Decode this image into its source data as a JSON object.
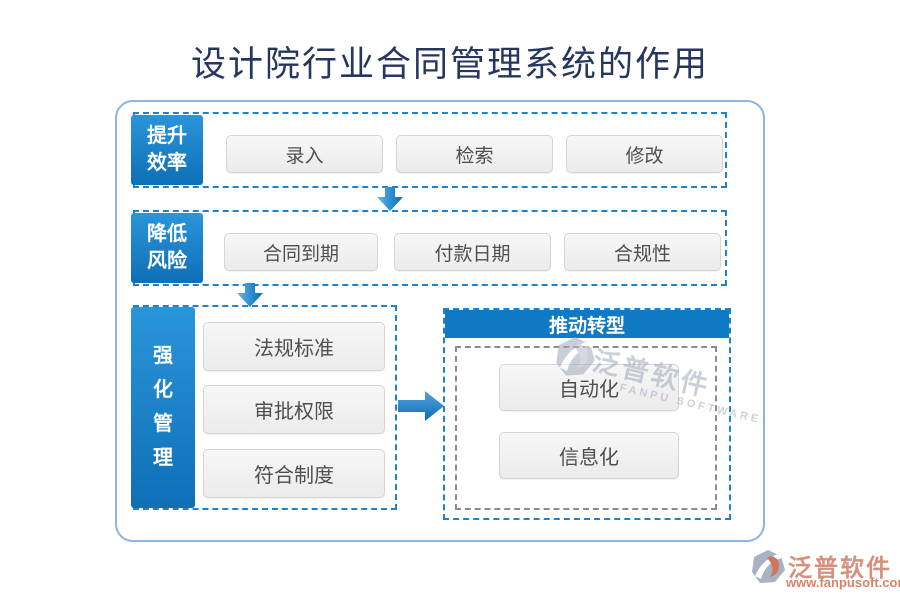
{
  "title": "设计院行业合同管理系统的作用",
  "colors": {
    "title_navy": "#26365e",
    "accent_blue": "#1279c2",
    "dashed_blue": "#1e82ca",
    "frame_border": "#8fb3e2",
    "header_blue": "#0f79c4",
    "inner_dashed_gray": "#8c8c8c",
    "node_text_gray": "#4f4f4f",
    "brand_salmon": "#d8826c"
  },
  "rows": [
    {
      "label": "提升效率",
      "label_lines": [
        "提升",
        "效率"
      ],
      "items": [
        "录入",
        "检索",
        "修改"
      ]
    },
    {
      "label": "降低风险",
      "label_lines": [
        "降低",
        "风险"
      ],
      "items": [
        "合同到期",
        "付款日期",
        "合规性"
      ]
    },
    {
      "label": "强化管理",
      "label_chars": [
        "强",
        "化",
        "管",
        "理"
      ],
      "items": [
        "法规标准",
        "审批权限",
        "符合制度"
      ]
    }
  ],
  "transform_group": {
    "header": "推动转型",
    "items": [
      "自动化",
      "信息化"
    ]
  },
  "watermark": {
    "text": "泛普软件",
    "subtext": "FANPU SOFTWARE"
  },
  "brand": {
    "name": "泛普软件",
    "url": "www.fanpusoft.com"
  }
}
